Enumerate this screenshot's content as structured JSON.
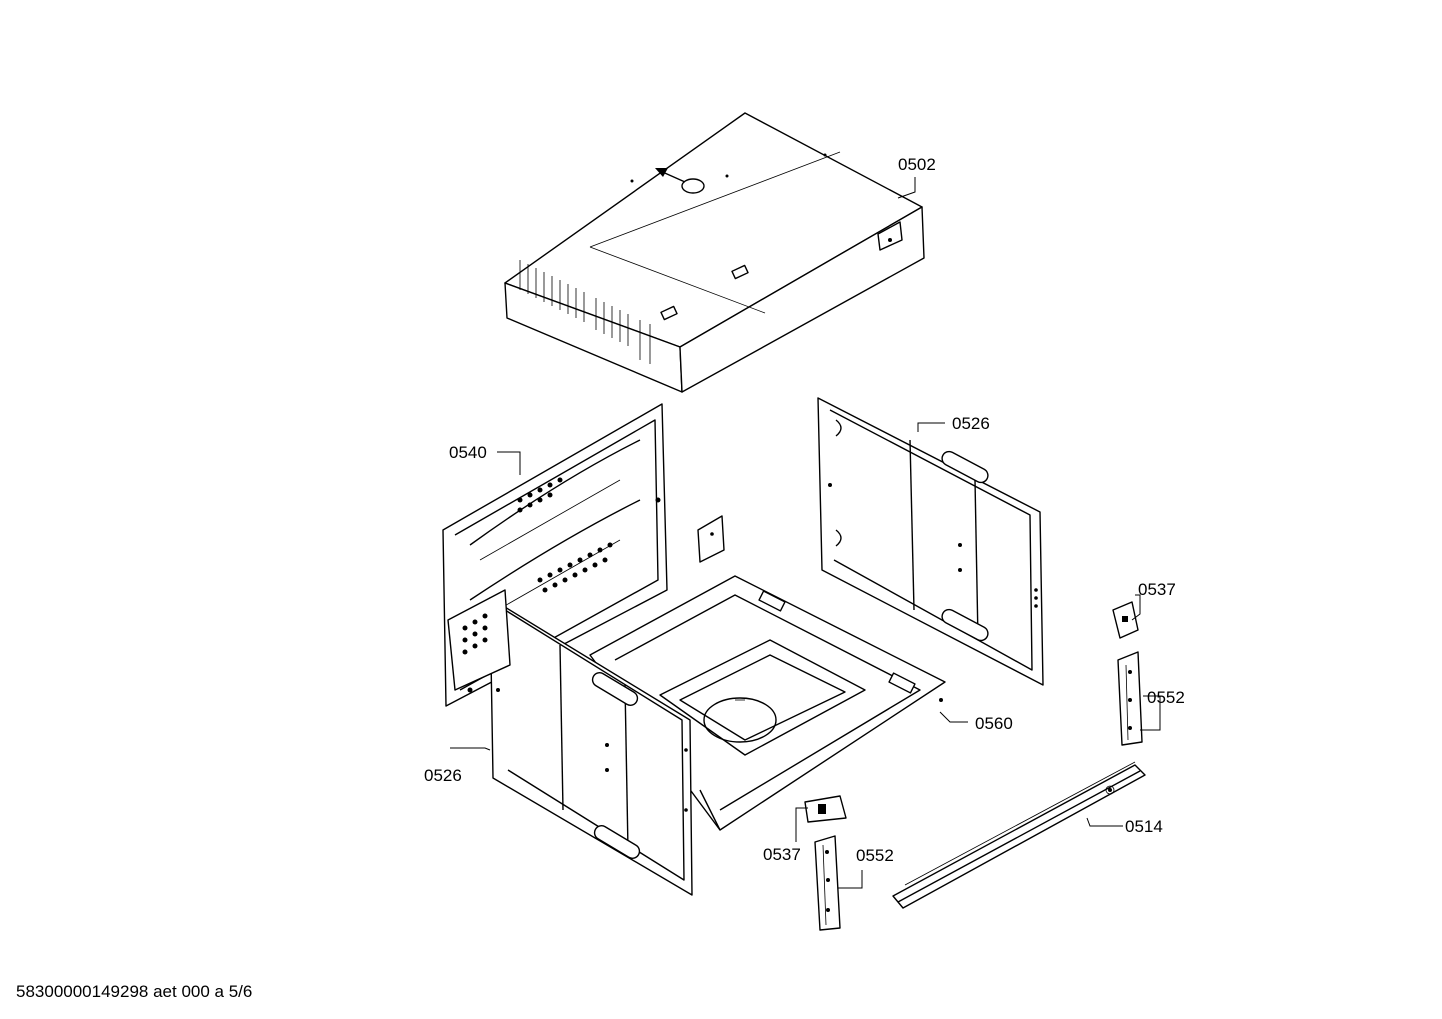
{
  "labels": {
    "p0502": "0502",
    "p0540": "0540",
    "p0526_right": "0526",
    "p0526_left": "0526",
    "p0537_right": "0537",
    "p0552_right": "0552",
    "p0560": "0560",
    "p0514": "0514",
    "p0537_bottom": "0537",
    "p0552_bottom": "0552"
  },
  "footer": {
    "text": "58300000149298 aet 000 a 5/6"
  }
}
